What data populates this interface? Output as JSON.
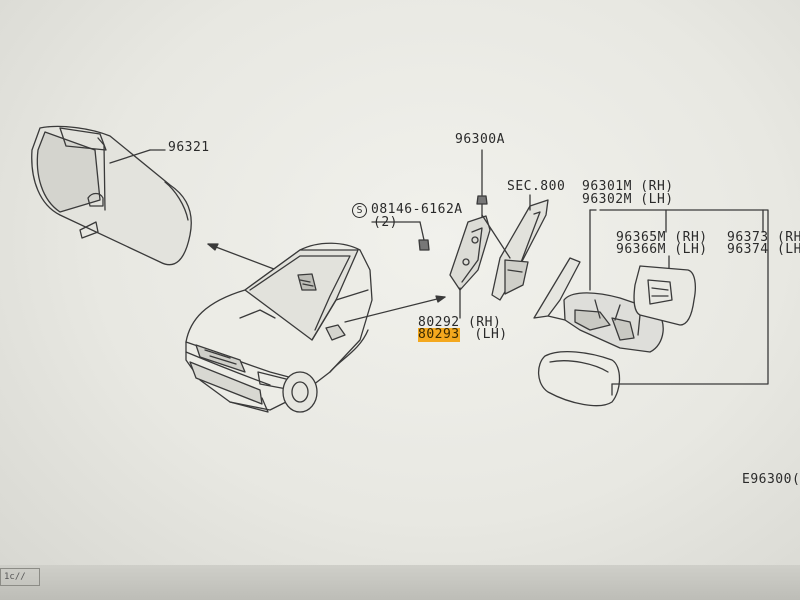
{
  "labels": {
    "p96321": "96321",
    "p96300A": "96300A",
    "sec800": "SEC.800",
    "p96301M": "96301M (RH)",
    "p96302M": "96302M (LH)",
    "bolt_code": "08146-6162A",
    "bolt_qty": "(2)",
    "bolt_symbol": "S",
    "p96365M": "96365M (RH)",
    "p96366M": "96366M (LH)",
    "p96373": "96373 (RH",
    "p96374": "96374 (LH",
    "p80292": "80292 (RH)",
    "p80293": "80293",
    "p80293_side": " (LH)",
    "diagram_code": "E96300(",
    "corner_tag": "1c//"
  },
  "highlight_color": "#f4a81e"
}
